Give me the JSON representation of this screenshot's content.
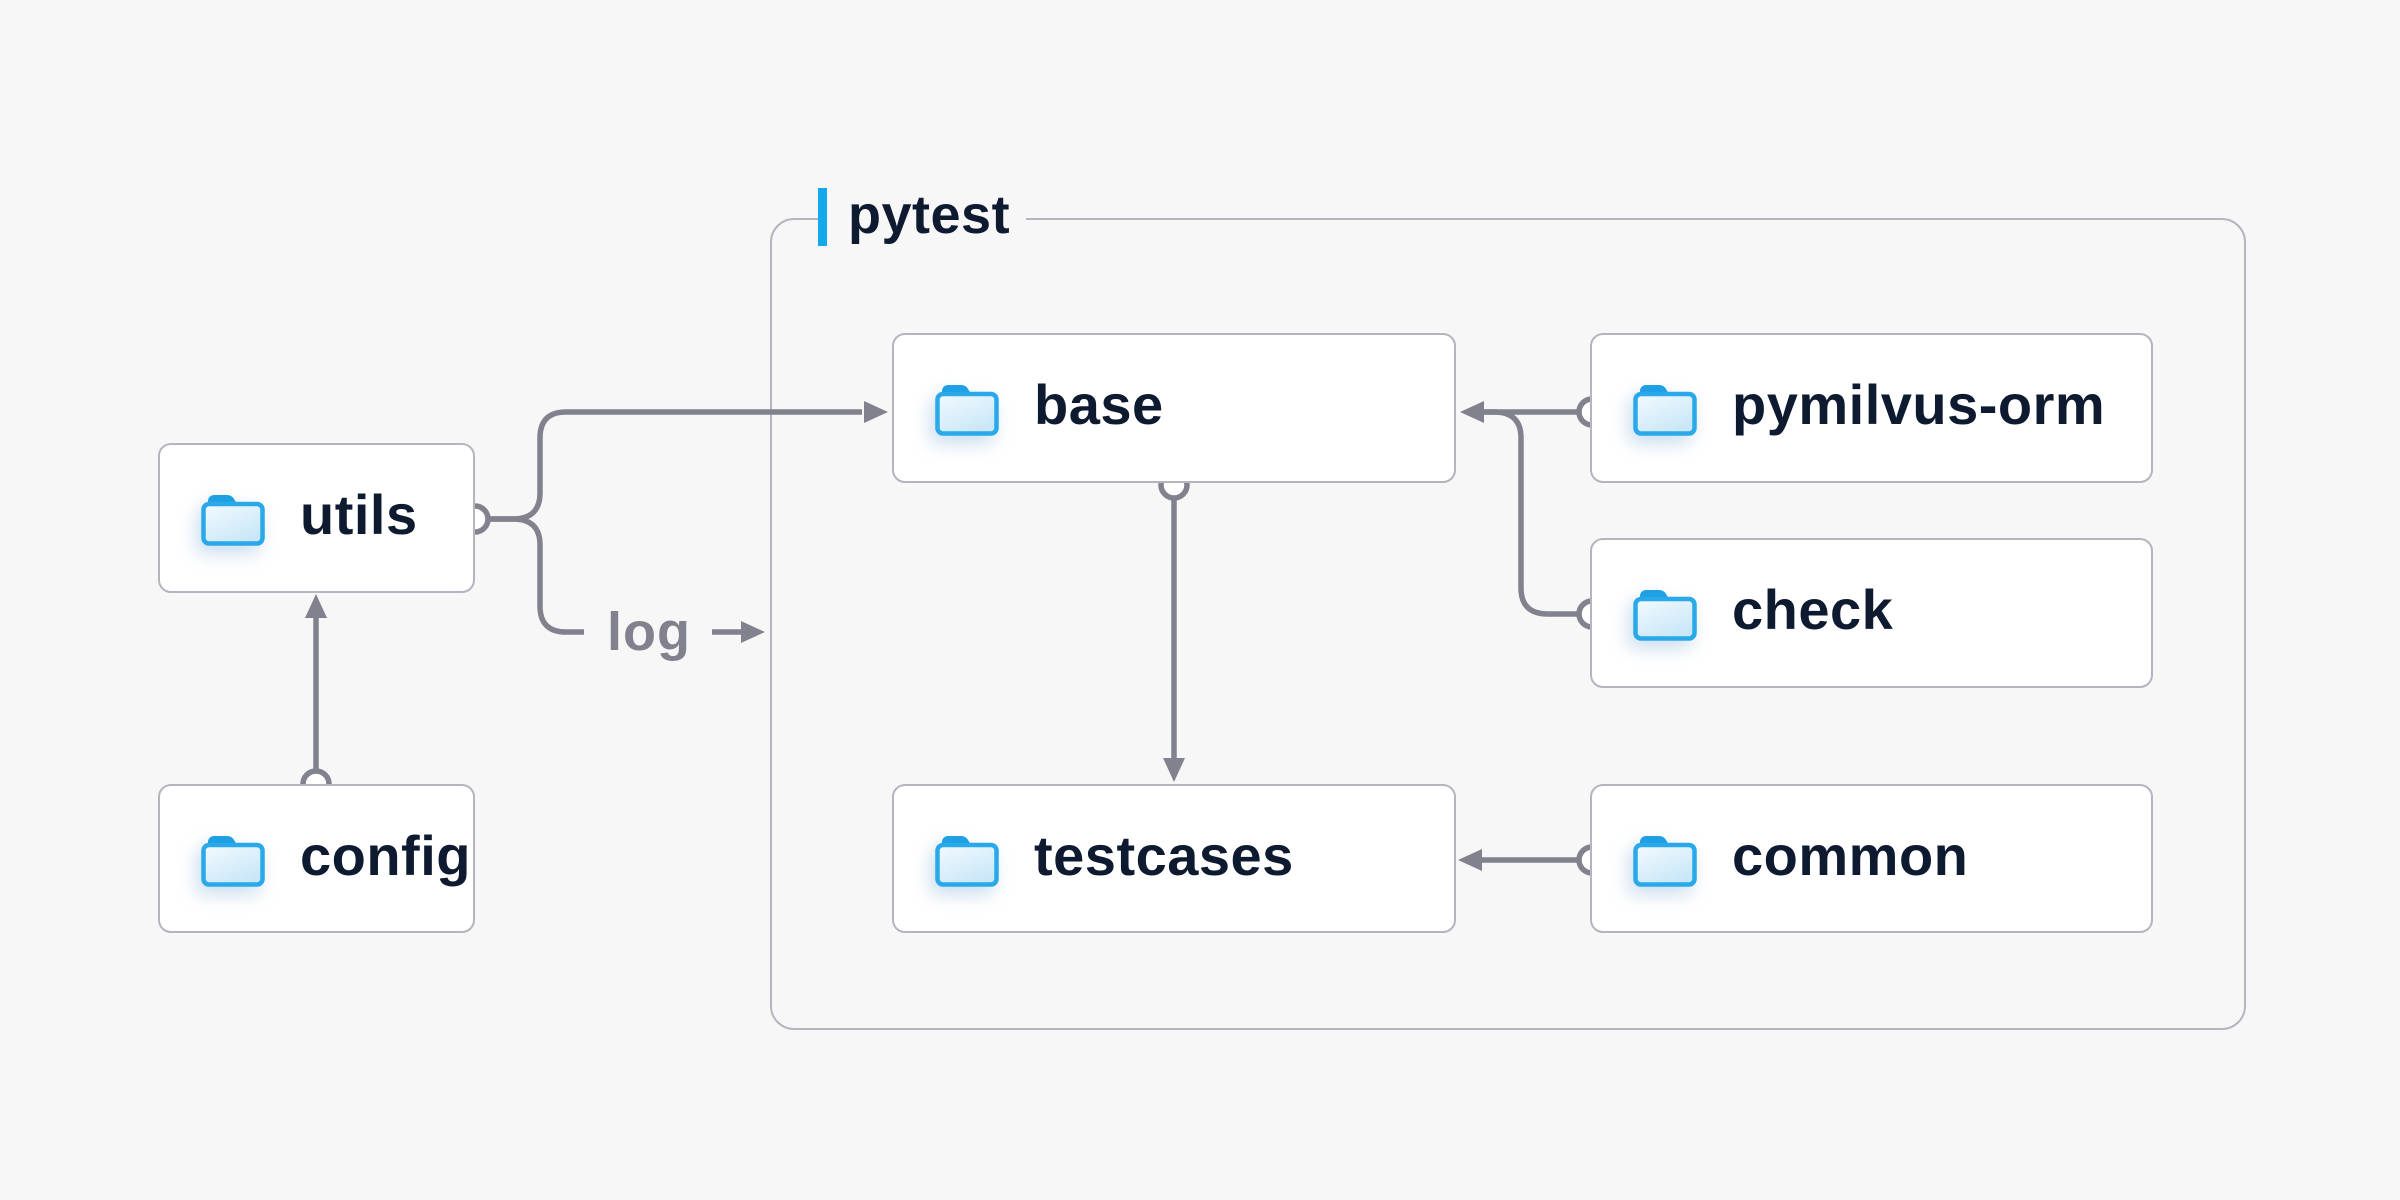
{
  "diagram": {
    "group": {
      "label": "pytest"
    },
    "nodes": [
      {
        "id": "utils",
        "label": "utils"
      },
      {
        "id": "config",
        "label": "config"
      },
      {
        "id": "base",
        "label": "base"
      },
      {
        "id": "pymilvus-orm",
        "label": "pymilvus-orm"
      },
      {
        "id": "check",
        "label": "check"
      },
      {
        "id": "testcases",
        "label": "testcases"
      },
      {
        "id": "common",
        "label": "common"
      }
    ],
    "edge_label": "log",
    "edges": [
      {
        "from": "config",
        "to": "utils"
      },
      {
        "from": "utils",
        "to": "base"
      },
      {
        "from": "utils",
        "to": "pytest",
        "label": "log"
      },
      {
        "from": "pymilvus-orm",
        "to": "base"
      },
      {
        "from": "check",
        "to": "base"
      },
      {
        "from": "base",
        "to": "testcases"
      },
      {
        "from": "common",
        "to": "testcases"
      }
    ],
    "icons": {
      "node_icon": "folder-icon"
    },
    "colors": {
      "background": "#F7F7F8",
      "box_fill": "#FFFFFF",
      "box_border": "#B5B4C0",
      "text_dark": "#0E1A30",
      "line_gray": "#82828E",
      "accent_blue": "#14A9EC",
      "folder_blue": "#29A9EA"
    }
  }
}
